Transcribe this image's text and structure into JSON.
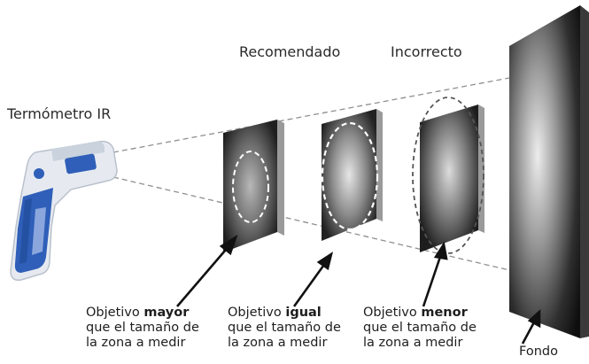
{
  "labels": {
    "thermometer": "Termómetro IR",
    "recommended": "Recomendado",
    "incorrect": "Incorrecto",
    "background": "Fondo"
  },
  "targets": [
    {
      "prefix": "Objetivo ",
      "keyword": "mayor",
      "line2": "que el tamaño de",
      "line3": "la zona a medir"
    },
    {
      "prefix": "Objetivo ",
      "keyword": "igual",
      "line2": "que el tamaño de",
      "line3": "la zona a medir"
    },
    {
      "prefix": "Objetivo ",
      "keyword": "menor",
      "line2": "que el tamaño de",
      "line3": "la zona a medir"
    }
  ],
  "colors": {
    "thermometer_blue": "#2f5fb8",
    "thermometer_body": "#e8ecf2",
    "beam_lines": "#8a8a8a",
    "spot_outline": "#ffffff",
    "spot_outline_outside": "#555555",
    "panel_dark": "#2b2b2b",
    "background_panel": "#1a1a1a"
  }
}
